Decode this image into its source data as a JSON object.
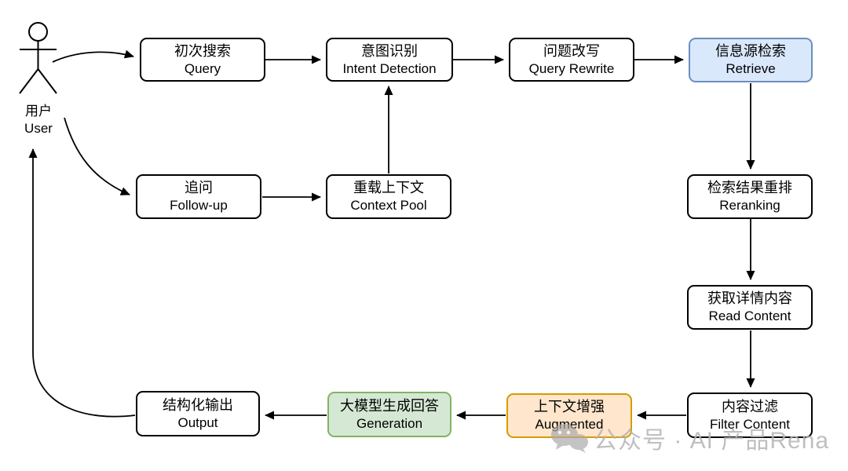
{
  "actor": {
    "zh": "用户",
    "en": "User"
  },
  "nodes": {
    "query": {
      "zh": "初次搜索",
      "en": "Query"
    },
    "intent": {
      "zh": "意图识别",
      "en": "Intent Detection"
    },
    "rewrite": {
      "zh": "问题改写",
      "en": "Query Rewrite"
    },
    "retrieve": {
      "zh": "信息源检索",
      "en": "Retrieve"
    },
    "followup": {
      "zh": "追问",
      "en": "Follow-up"
    },
    "contextpool": {
      "zh": "重载上下文",
      "en": "Context Pool"
    },
    "reranking": {
      "zh": "检索结果重排",
      "en": "Reranking"
    },
    "readcontent": {
      "zh": "获取详情内容",
      "en": "Read Content"
    },
    "filter": {
      "zh": "内容过滤",
      "en": "Filter Content"
    },
    "augmented": {
      "zh": "上下文增强",
      "en": "Augmented"
    },
    "generation": {
      "zh": "大模型生成回答",
      "en": "Generation"
    },
    "output": {
      "zh": "结构化输出",
      "en": "Output"
    }
  },
  "colors": {
    "node_default_fill": "#ffffff",
    "node_default_border": "#000000",
    "retrieve_fill": "#dae8fc",
    "retrieve_border": "#6c8ebf",
    "augmented_fill": "#ffe6cc",
    "augmented_border": "#d79b00",
    "generation_fill": "#d5e8d4",
    "generation_border": "#82b366",
    "arrow": "#000000",
    "watermark": "#b5b5b5"
  },
  "watermark": {
    "text": "公众号 · AI 产品Rena"
  }
}
